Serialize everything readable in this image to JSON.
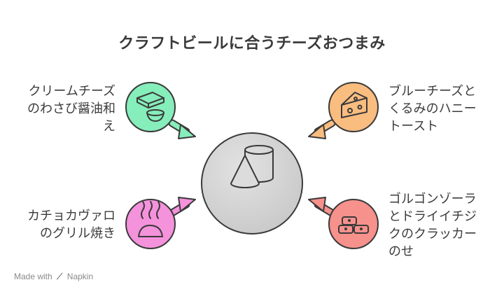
{
  "title": "クラフトビールに合うチーズおつまみ",
  "items": [
    {
      "lines": [
        "クリームチーズ",
        "のわさび醤油和",
        "え"
      ],
      "color": "#86eebb",
      "icon": "cheese-and-bowl-icon"
    },
    {
      "lines": [
        "ブルーチーズと",
        "くるみのハニー",
        "トースト"
      ],
      "color": "#f9bd80",
      "icon": "cheese-wedge-icon"
    },
    {
      "lines": [
        "カチョカヴァロ",
        "のグリル焼き"
      ],
      "color": "#f592dc",
      "icon": "grilled-cheese-heat-icon"
    },
    {
      "lines": [
        "ゴルゴンゾーラ",
        "とドライイチジ",
        "クのクラッカー",
        "のせ"
      ],
      "color": "#f6918c",
      "icon": "crackers-icon"
    }
  ],
  "center": {
    "color": "#d4d4d4",
    "icon": "cone-and-cylinder-icon"
  },
  "footer": {
    "prefix": "Made with",
    "brand": "Napkin"
  }
}
